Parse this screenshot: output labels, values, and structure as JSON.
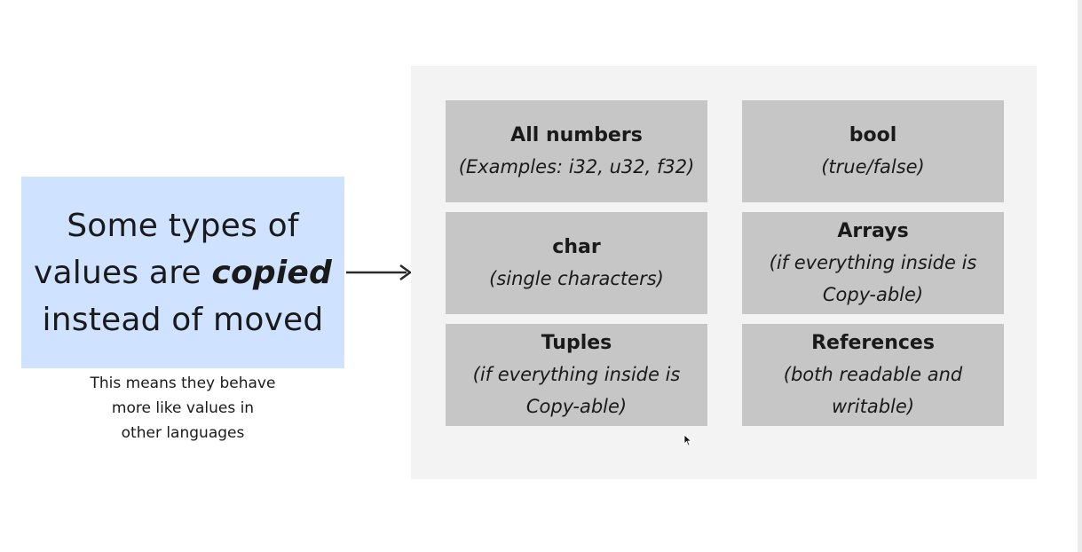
{
  "headline": {
    "line1": "Some types of",
    "line2_prefix": "values are",
    "line2_emphasis": "copied",
    "line3": "instead of moved"
  },
  "note": {
    "line1": "This means they behave",
    "line2": "more like values in",
    "line3": "other languages"
  },
  "cards": [
    {
      "title": "All numbers",
      "subtitle": "(Examples: i32, u32, f32)"
    },
    {
      "title": "bool",
      "subtitle": "(true/false)"
    },
    {
      "title": "char",
      "subtitle": "(single characters)"
    },
    {
      "title": "Arrays",
      "subtitle": "(if everything inside is Copy-able)"
    },
    {
      "title": "Tuples",
      "subtitle": "(if everything inside is Copy-able)"
    },
    {
      "title": "References",
      "subtitle": "(both readable and writable)"
    }
  ],
  "colors": {
    "headline_bg": "#cfe2ff",
    "panel_bg": "#f3f3f3",
    "card_bg": "#c6c6c6"
  },
  "icons": {
    "connector": "arrow-right-icon",
    "pointer": "mouse-cursor-icon"
  }
}
